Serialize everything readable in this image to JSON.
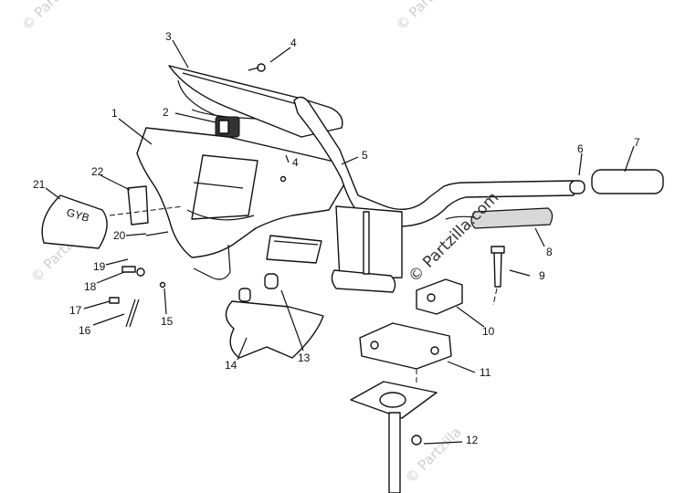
{
  "diagram": {
    "callouts": [
      {
        "id": "1",
        "label": "1"
      },
      {
        "id": "2",
        "label": "2"
      },
      {
        "id": "3",
        "label": "3"
      },
      {
        "id": "4a",
        "label": "4"
      },
      {
        "id": "4b",
        "label": "4"
      },
      {
        "id": "5",
        "label": "5"
      },
      {
        "id": "6",
        "label": "6"
      },
      {
        "id": "7",
        "label": "7"
      },
      {
        "id": "8",
        "label": "8"
      },
      {
        "id": "9",
        "label": "9"
      },
      {
        "id": "10",
        "label": "10"
      },
      {
        "id": "11",
        "label": "11"
      },
      {
        "id": "12",
        "label": "12"
      },
      {
        "id": "13",
        "label": "13"
      },
      {
        "id": "14",
        "label": "14"
      },
      {
        "id": "15",
        "label": "15"
      },
      {
        "id": "16",
        "label": "16"
      },
      {
        "id": "17",
        "label": "17"
      },
      {
        "id": "18",
        "label": "18"
      },
      {
        "id": "19",
        "label": "19"
      },
      {
        "id": "20",
        "label": "20"
      },
      {
        "id": "21",
        "label": "21"
      },
      {
        "id": "22",
        "label": "22"
      }
    ],
    "watermarks": {
      "main": "© Partzilla.com",
      "faint": "© Partzilla"
    },
    "part_lettering": "GYB"
  }
}
